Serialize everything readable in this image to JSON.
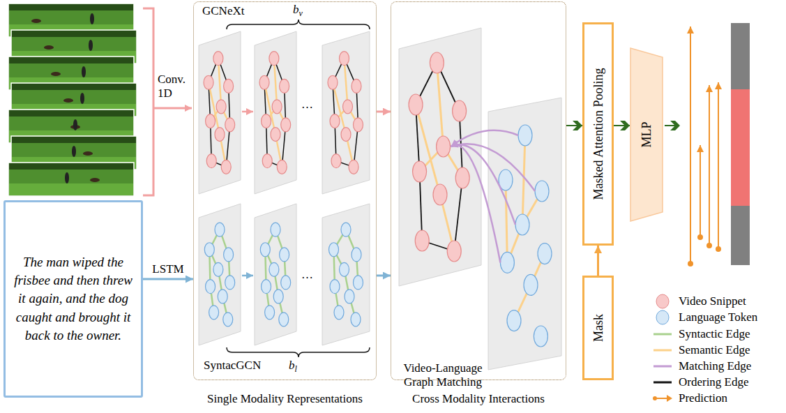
{
  "diagram": {
    "nodes": [
      {
        "text": [
          "Single Modality Representations"
        ]
      },
      {
        "text": [
          "The man wiped the frisbee and then threw it again, and the dog caught and brought it back to the owner."
        ]
      },
      {
        "text": [
          "Cross Modality Interactions"
        ]
      },
      {
        "text": [
          "Masked Attention Pooling"
        ]
      },
      {
        "text": [
          "Mask"
        ]
      },
      {
        "text": [
          "MLP"
        ]
      }
    ],
    "edges": [
      {
        "from": 1,
        "to": 0,
        "arrow": "to",
        "label": "LSTM"
      },
      {
        "from": 0,
        "to": 2,
        "arrow": "to"
      },
      {
        "from": 0,
        "to": 2,
        "arrow": "to"
      },
      {
        "from": 2,
        "to": 3,
        "arrow": "to"
      },
      {
        "from": 4,
        "to": 3,
        "arrow": "to"
      },
      {
        "from": 3,
        "to": 5,
        "arrow": "to"
      }
    ],
    "labels": [
      "GCNeXt",
      "bv",
      "SyntacGCN",
      "bl",
      "…",
      "…",
      "Conv. 1D",
      "Video-Language Graph Matching"
    ],
    "legend": [
      {
        "text": "Video Snippet"
      },
      {
        "text": "Language Token"
      },
      {
        "text": "Syntactic Edge"
      },
      {
        "text": "Semantic Edge"
      },
      {
        "text": "Matching Edge"
      },
      {
        "text": "Ordering Edge"
      },
      {
        "text": "Prediction"
      }
    ]
  }
}
